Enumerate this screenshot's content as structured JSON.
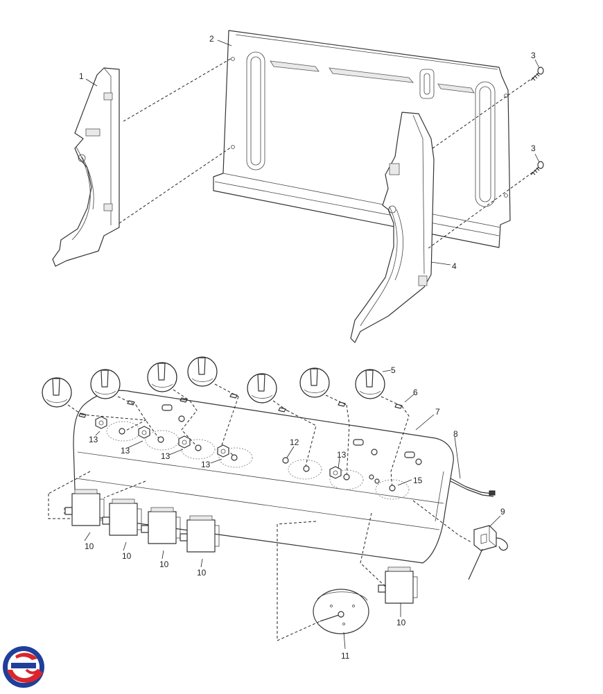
{
  "callouts": {
    "c1": "1",
    "c2": "2",
    "c3a": "3",
    "c3b": "3",
    "c4": "4",
    "c5": "5",
    "c6": "6",
    "c7": "7",
    "c8": "8",
    "c9": "9",
    "c10a": "10",
    "c10b": "10",
    "c10c": "10",
    "c10d": "10",
    "c10e": "10",
    "c11": "11",
    "c12": "12",
    "c13a": "13",
    "c13b": "13",
    "c13c": "13",
    "c13d": "13",
    "c13e": "13",
    "c15": "15"
  },
  "logo": {
    "name": "brand-logo",
    "colors": [
      "#1f3f9a",
      "#d9262c"
    ]
  }
}
